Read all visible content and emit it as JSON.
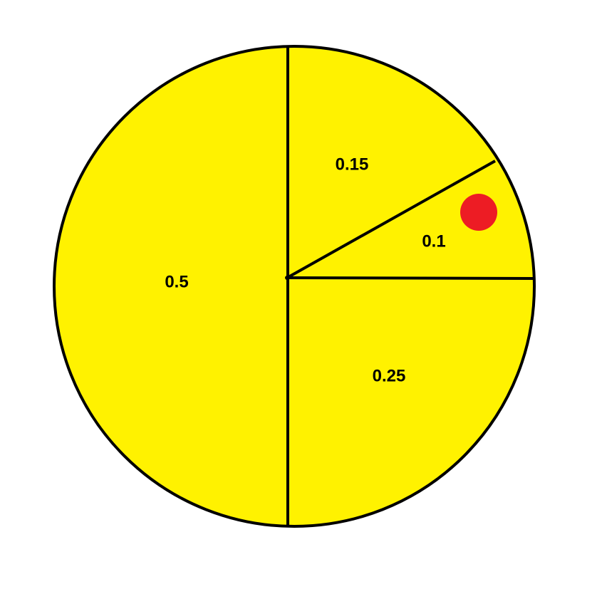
{
  "spinner": {
    "fill_color": "#FFF200",
    "outline_color": "#000000",
    "marker_color": "#ED1C24",
    "sections": [
      {
        "label": "0.5",
        "value": 0.5
      },
      {
        "label": "0.15",
        "value": 0.15
      },
      {
        "label": "0.1",
        "value": 0.1
      },
      {
        "label": "0.25",
        "value": 0.25
      }
    ]
  }
}
